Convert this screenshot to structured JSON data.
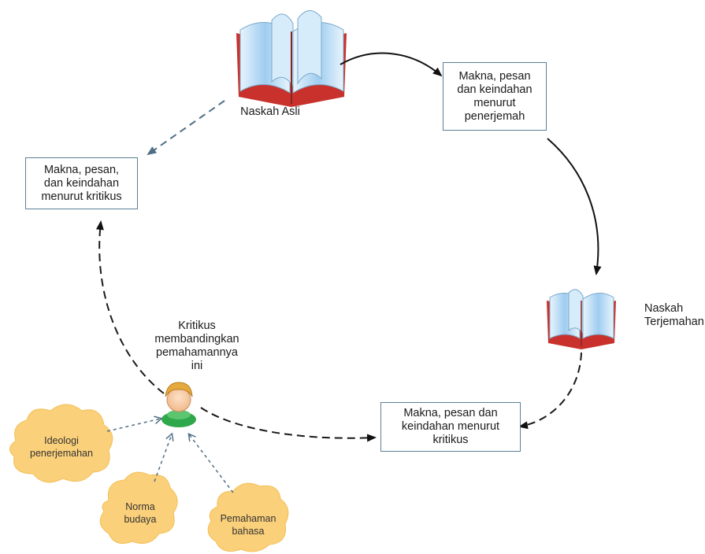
{
  "colors": {
    "solid_arrow": "#111111",
    "dashed_arrow": "#1a1a1a",
    "blue_dashed_arrow": "#4f6f86",
    "box_border": "#5b7f95",
    "cloud_fill": "#fbd07a",
    "cloud_stroke": "#f2bf55",
    "book_cover": "#c8312c",
    "book_pages": "#bfe0f7"
  },
  "nodes": {
    "original_text": "Naskah Asli",
    "translated_text": "Naskah\nTerjemahan",
    "translator_meaning": "Makna, pesan\ndan keindahan\nmenurut\npenerjemah",
    "critic_meaning_original": "Makna, pesan,\ndan keindahan\nmenurut kritikus",
    "critic_meaning_translation": "Makna, pesan dan\nkeindahan menurut\nkritikus",
    "critic_label": "Kritikus\nmembandingkan\npemahamannya\nini"
  },
  "influences": {
    "ideology": "Ideologi\npenerjemahan",
    "culture": "Norma\nbudaya",
    "language": "Pemahaman\nbahasa"
  },
  "icons": {
    "book_large": "open-book-icon",
    "book_small": "open-book-icon",
    "critic": "person-icon"
  }
}
